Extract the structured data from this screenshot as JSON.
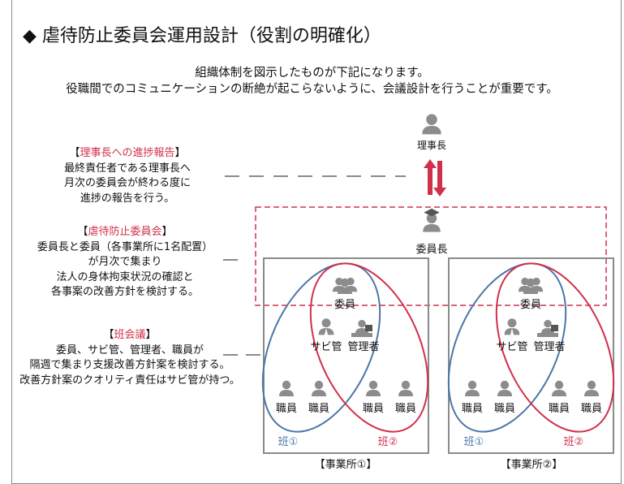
{
  "title": "◆ 虐待防止委員会運用設計（役割の明確化）",
  "intro": [
    "組織体制を図示したものが下記になります。",
    "役職間でのコミュニケーションの断絶が起こらないように、会議設計を行うことが重要です。"
  ],
  "labels": {
    "report": {
      "open": "【",
      "head": "理事長への進捗報告",
      "close": "】",
      "lines": [
        "最終責任者である理事長へ",
        "月次の委員会が終わる度に",
        "進捗の報告を行う。"
      ]
    },
    "committee": {
      "open": "【",
      "head": "虐待防止委員会",
      "close": "】",
      "lines": [
        "委員長と委員（各事業所に1名配置）",
        "が月次で集まり",
        "法人の身体拘束状況の確認と",
        "各事案の改善方針を検討する。"
      ]
    },
    "han": {
      "open": "【",
      "head": "班会議",
      "close": "】",
      "lines": [
        "委員、サビ管、管理者、職員が",
        "隔週で集まり支援改善方針案を検討する。",
        "改善方針案のクオリティ責任はサビ管が持つ。"
      ]
    }
  },
  "roles": {
    "chairman": "理事長",
    "committee_head": "委員長",
    "member": "委員",
    "sabikan": "サビ管",
    "manager": "管理者",
    "staff": "職員"
  },
  "groups": {
    "g1": "班①",
    "g2": "班②"
  },
  "offices": [
    "【事業所①】",
    "【事業所②】"
  ],
  "colors": {
    "accent_red": "#d1304b",
    "ellipse_blue": "#4a77a8",
    "ellipse_red": "#d1304b",
    "office_border": "#8a8a8a",
    "icon_gray": "#8c8c8c"
  },
  "icons": {
    "chairman": "person-icon",
    "committee_head": "graduate-person-icon",
    "member": "group-icon",
    "sabikan": "suited-person-icon",
    "manager": "desk-person-icon",
    "staff": "person-icon"
  }
}
